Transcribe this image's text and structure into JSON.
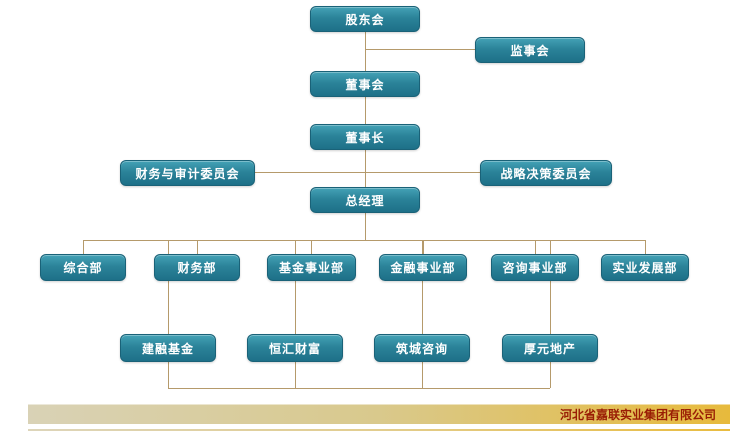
{
  "org": {
    "shareholders": "股东会",
    "supervisory": "监事会",
    "board": "董事会",
    "chairman": "董事长",
    "audit_committee": "财务与审计委员会",
    "strategy_committee": "战略决策委员会",
    "general_manager": "总经理",
    "departments": [
      "综合部",
      "财务部",
      "基金事业部",
      "金融事业部",
      "咨询事业部",
      "实业发展部"
    ],
    "subsidiaries": [
      "建融基金",
      "恒汇财富",
      "筑城咨询",
      "厚元地产"
    ]
  },
  "footer": {
    "company": "河北省嘉联实业集团有限公司"
  },
  "colors": {
    "node_gradient_top": "#44a2b6",
    "node_gradient_bottom": "#1e7088",
    "node_border": "#1a6278",
    "connector": "#b59a6b",
    "footer_gradient_left": "#d9d2b6",
    "footer_gradient_right": "#e7ba3c",
    "footer_text": "#9a1e05"
  }
}
